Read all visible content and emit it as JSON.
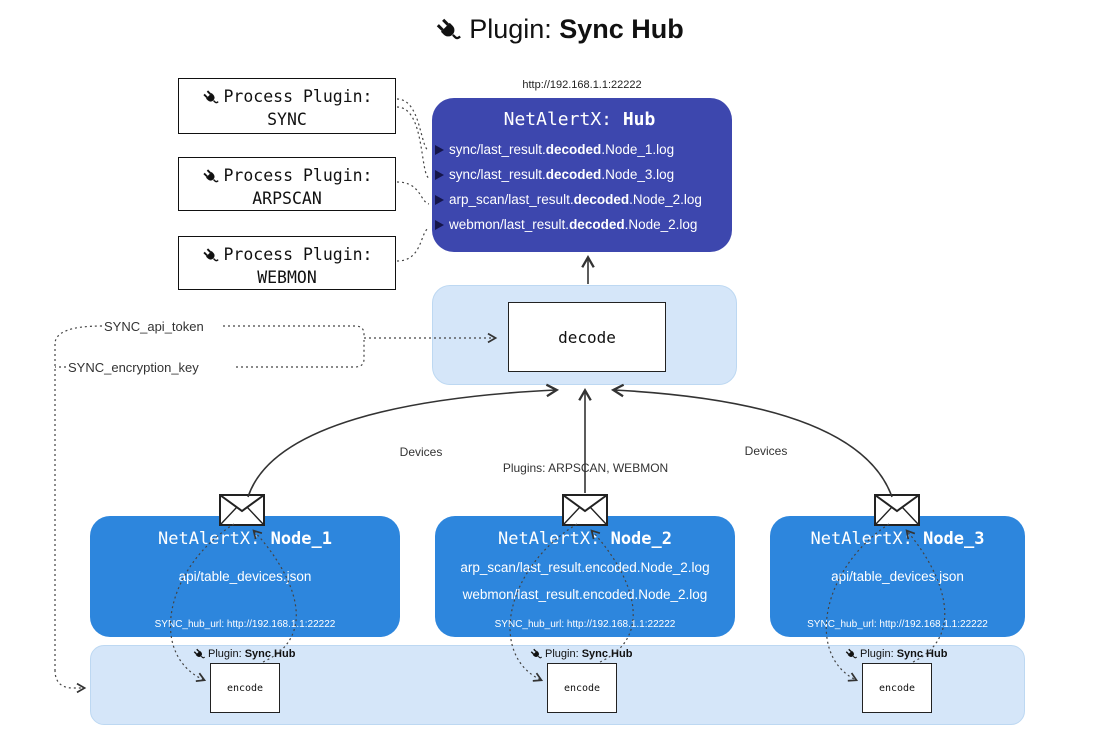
{
  "title": {
    "plugin": "Plugin: ",
    "name": "Sync Hub"
  },
  "process_plugins": [
    {
      "label": "Process Plugin:",
      "name": "SYNC"
    },
    {
      "label": "Process Plugin:",
      "name": "ARPSCAN"
    },
    {
      "label": "Process Plugin:",
      "name": "WEBMON"
    }
  ],
  "hub": {
    "url": "http://192.168.1.1:22222",
    "name_prefix": "NetAlertX: ",
    "name": "Hub",
    "logs": [
      {
        "pre": "sync/last_result.",
        "bold": "decoded",
        "post": ".Node_1.log"
      },
      {
        "pre": "sync/last_result.",
        "bold": "decoded",
        "post": ".Node_3.log"
      },
      {
        "pre": "arp_scan/last_result.",
        "bold": "decoded",
        "post": ".Node_2.log"
      },
      {
        "pre": "webmon/last_result.",
        "bold": "decoded",
        "post": ".Node_2.log"
      }
    ]
  },
  "decode": {
    "label": "decode"
  },
  "secrets": {
    "api_token": "SYNC_api_token",
    "encryption_key": "SYNC_encryption_key"
  },
  "flow_labels": {
    "left": "Devices",
    "center": "Plugins: ARPSCAN, WEBMON",
    "right": "Devices"
  },
  "nodes": [
    {
      "name_prefix": "NetAlertX: ",
      "name": "Node_1",
      "files": [
        "api/table_devices.json"
      ],
      "hub_url": "SYNC_hub_url: http://192.168.1.1:22222"
    },
    {
      "name_prefix": "NetAlertX: ",
      "name": "Node_2",
      "files": [
        "arp_scan/last_result.encoded.Node_2.log",
        "webmon/last_result.encoded.Node_2.log"
      ],
      "hub_url": "SYNC_hub_url: http://192.168.1.1:22222"
    },
    {
      "name_prefix": "NetAlertX: ",
      "name": "Node_3",
      "files": [
        "api/table_devices.json"
      ],
      "hub_url": "SYNC_hub_url: http://192.168.1.1:22222"
    }
  ],
  "encode": {
    "plugin_prefix": "Plugin: ",
    "plugin_name": "Sync Hub",
    "label": "encode"
  },
  "colors": {
    "hub_bg": "#3d47ae",
    "node_bg": "#2d86dd",
    "panel_bg": "#d5e6f9"
  }
}
